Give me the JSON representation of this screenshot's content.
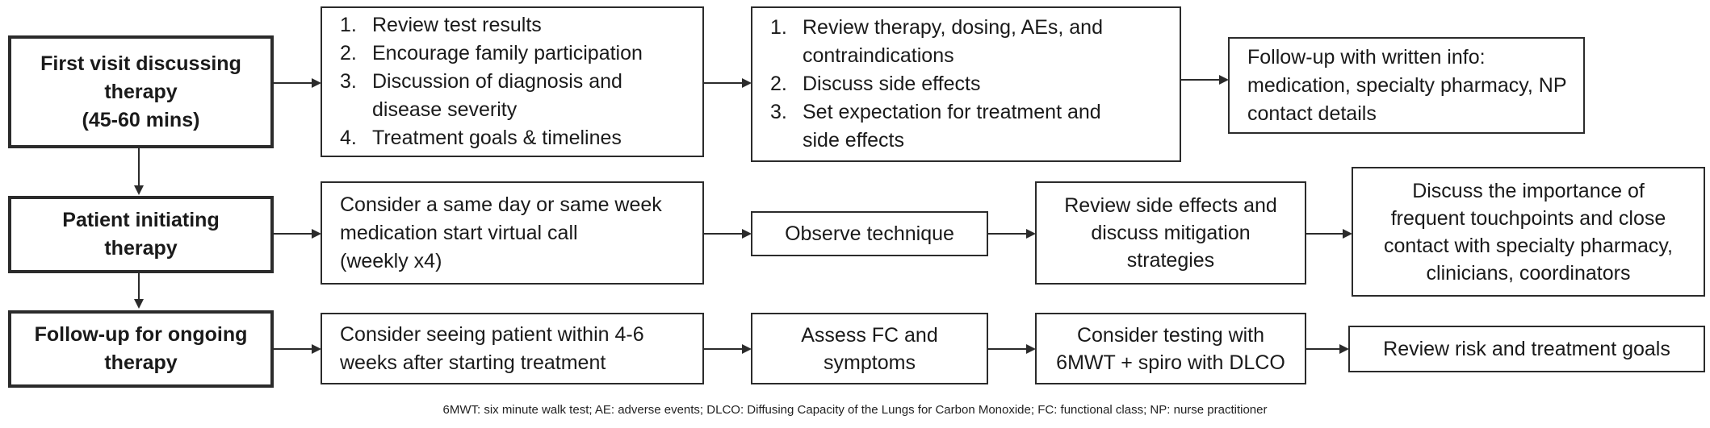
{
  "rows": [
    {
      "label_lines": [
        "First visit discussing",
        "therapy",
        "(45-60 mins)"
      ],
      "box1_items": [
        {
          "num": "1.",
          "lines": [
            "Review test results"
          ]
        },
        {
          "num": "2.",
          "lines": [
            "Encourage family participation"
          ]
        },
        {
          "num": "3.",
          "lines": [
            "Discussion of diagnosis and",
            "disease severity"
          ]
        },
        {
          "num": "4.",
          "lines": [
            "Treatment goals & timelines"
          ]
        }
      ],
      "box2_items": [
        {
          "num": "1.",
          "lines": [
            "Review therapy, dosing, AEs, and",
            "contraindications"
          ]
        },
        {
          "num": "2.",
          "lines": [
            "Discuss side effects"
          ]
        },
        {
          "num": "3.",
          "lines": [
            "Set expectation for treatment and",
            "side effects"
          ]
        }
      ],
      "box3_lines": [
        "Follow-up with written info:",
        "medication, specialty pharmacy, NP",
        "contact details"
      ]
    },
    {
      "label_lines": [
        "Patient initiating",
        "therapy"
      ],
      "box1_lines": [
        "Consider a same day or same week",
        "medication start virtual call",
        "(weekly x4)"
      ],
      "box2_lines": [
        "Observe technique"
      ],
      "box3_lines": [
        "Review side effects and",
        "discuss mitigation",
        "strategies"
      ],
      "box4_lines": [
        "Discuss the importance of",
        "frequent touchpoints and close",
        "contact with specialty pharmacy,",
        "clinicians, coordinators"
      ]
    },
    {
      "label_lines": [
        "Follow-up  for ongoing",
        "therapy"
      ],
      "box1_lines": [
        "Consider seeing patient within 4-6",
        "weeks after starting treatment"
      ],
      "box2_lines": [
        "Assess FC and",
        "symptoms"
      ],
      "box3_lines": [
        "Consider testing with",
        "6MWT + spiro with DLCO"
      ],
      "box4_lines": [
        "Review risk and treatment goals"
      ]
    }
  ],
  "footnote": "6MWT: six minute walk test; AE:  adverse events; DLCO: Diffusing Capacity of the Lungs for Carbon Monoxide; FC:  functional class; NP: nurse practitioner"
}
